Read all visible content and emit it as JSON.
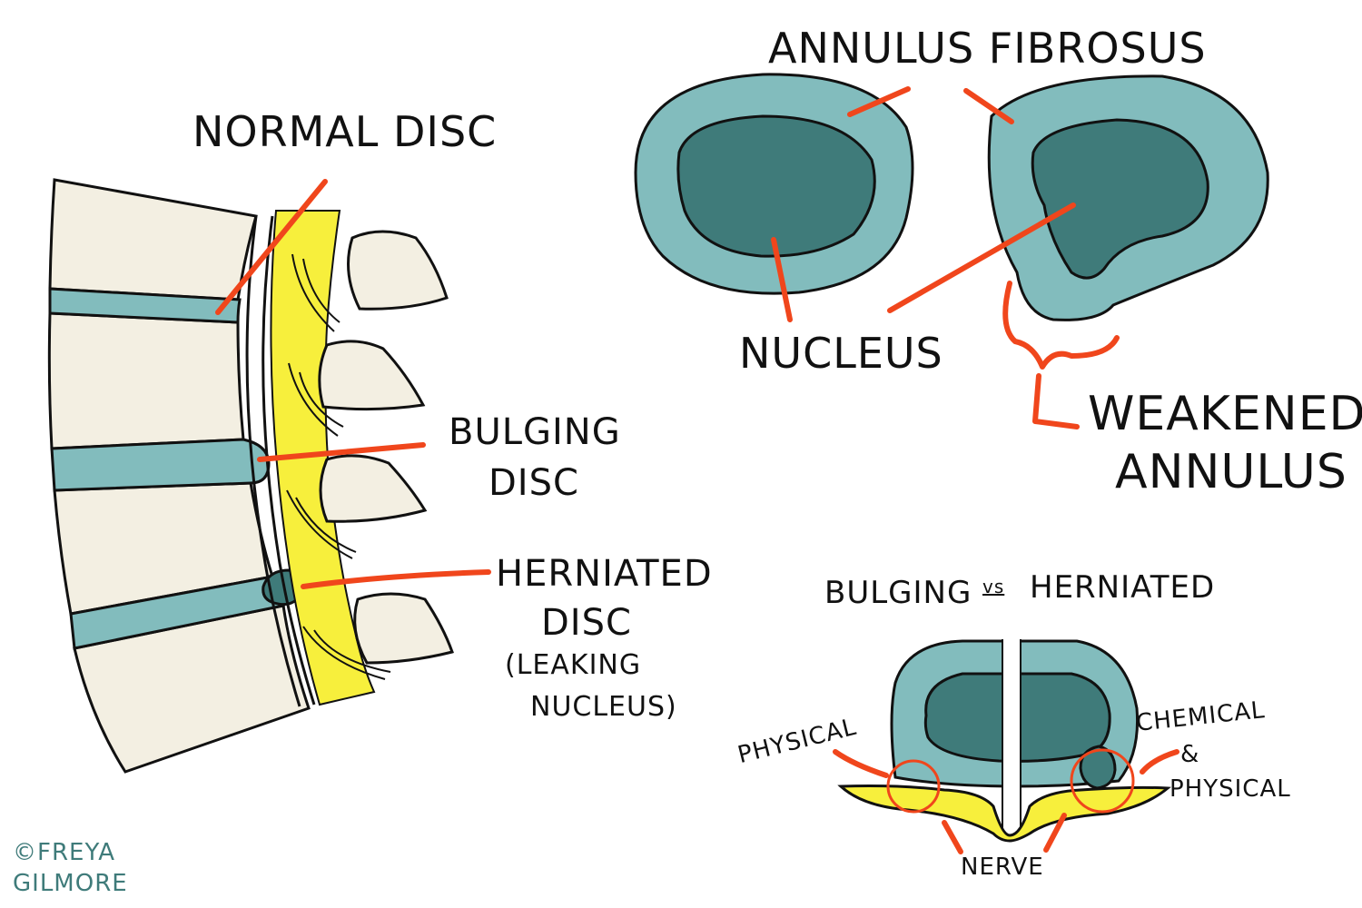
{
  "labels": {
    "normal_disc": "NORMAL DISC",
    "bulging_disc_1": "BULGING",
    "bulging_disc_2": "DISC",
    "herniated_disc_1": "HERNIATED",
    "herniated_disc_2": "DISC",
    "leaking_1": "(LEAKING",
    "leaking_2": "NUCLEUS)",
    "annulus_fibrosus": "ANNULUS FIBROSUS",
    "nucleus": "NUCLEUS",
    "weakened_1": "WEAKENED",
    "weakened_2": "ANNULUS",
    "compare_left": "BULGING",
    "compare_vs": "vs",
    "compare_right": "HERNIATED",
    "physical": "PHYSICAL",
    "chemical_1": "CHEMICAL",
    "chemical_amp": "&",
    "chemical_2": "PHYSICAL",
    "nerve": "NERVE",
    "credit_1": "©FREYA",
    "credit_2": "GILMORE"
  },
  "colors": {
    "vertebra": "#f3efe2",
    "annulus": "#82bcbd",
    "nucleus": "#3f7b7a",
    "nerve": "#f7ef3c",
    "pointer": "#f0461c",
    "outline": "#111111"
  }
}
